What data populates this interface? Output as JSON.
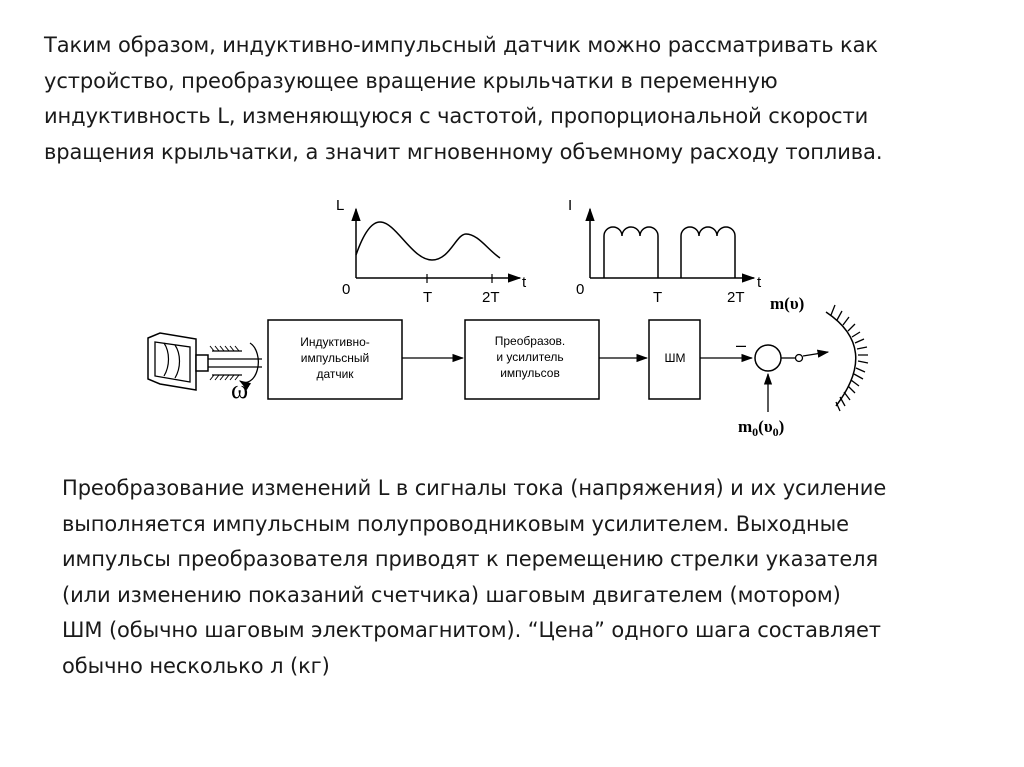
{
  "text": {
    "top_lines": [
      "Таким образом, индуктивно-импульсный датчик можно рассматривать как",
      "устройство, преобразующее вращение крыльчатки в переменную",
      "индуктивность L, изменяющуюся с частотой, пропорциональной скорости",
      "вращения крыльчатки, а значит мгновенному объемному расходу топлива."
    ],
    "bottom_lines": [
      "Преобразование изменений L в сигналы тока (напряжения) и их усиление",
      "выполняется импульсным полупроводниковым усилителем. Выходные",
      "импульсы преобразователя приводят к перемещению стрелки указателя",
      "(или изменению показаний счетчика) шаговым двигателем (мотором)",
      "ШМ (обычно шаговым электромагнитом). “Цена” одного шага составляет",
      "обычно несколько л (кг)"
    ]
  },
  "diagram": {
    "graph_left": {
      "y_label": "L",
      "x_label": "t",
      "origin": "0",
      "tick1": "T",
      "tick2": "2T"
    },
    "graph_right": {
      "y_label": "I",
      "x_label": "t",
      "origin": "0",
      "tick1": "T",
      "tick2": "2T"
    },
    "omega": "ω",
    "sensor_box": [
      "Индуктивно-",
      "импульсный",
      "датчик"
    ],
    "converter_box": [
      "Преобразов.",
      "и усилитель",
      "импульсов"
    ],
    "motor_box": "ШМ",
    "minus_sign": "–",
    "output_label": "m(υ)",
    "input_label_main": "m",
    "input_label_sub1": "0",
    "input_label_mid": "(υ",
    "input_label_sub2": "0",
    "input_label_end": ")"
  }
}
